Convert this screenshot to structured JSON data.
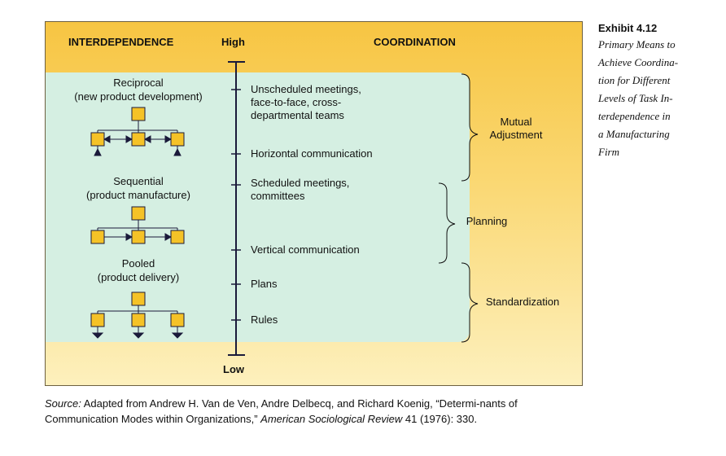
{
  "headers": {
    "interdependence": "INTERDEPENDENCE",
    "high": "High",
    "coordination": "COORDINATION",
    "low": "Low"
  },
  "interdependence_types": [
    {
      "label": "Reciprocal\n(new product development)"
    },
    {
      "label": "Sequential\n(product manufacture)"
    },
    {
      "label": "Pooled\n(product delivery)"
    }
  ],
  "coordination_items": [
    "Unscheduled meetings,\nface-to-face, cross-\ndepartmental teams",
    "Horizontal communication",
    "Scheduled meetings,\ncommittees",
    "Vertical communication",
    "Plans",
    "Rules"
  ],
  "coordination_categories": [
    "Mutual\nAdjustment",
    "Planning",
    "Standardization"
  ],
  "caption": {
    "number": "Exhibit 4.12",
    "text": "Primary Means to\nAchieve Coordina-\ntion for Different\nLevels of Task In-\nterdependence in\na Manufacturing\nFirm"
  },
  "source": {
    "prefix": "Source:",
    "text": " Adapted from Andrew H. Van de Ven, Andre Delbecq, and Richard Koenig, “Determi-nants of Communication Modes within Organizations,” ",
    "journal": "American Sociological Review",
    "suffix": " 41 (1976): 330."
  },
  "colors": {
    "box_fill": "#f5c227",
    "panel_teal": "#d5efe2",
    "background_gold": "#f7c542",
    "line_color": "#1a1a3a"
  }
}
